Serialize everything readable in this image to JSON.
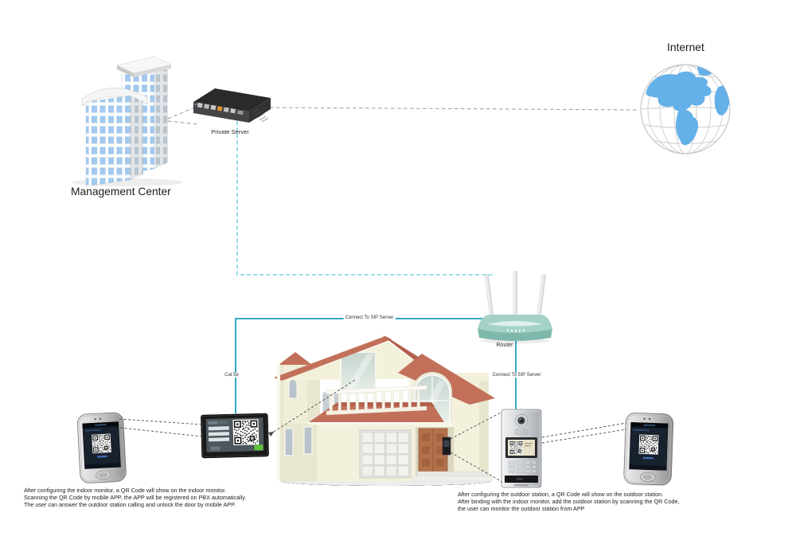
{
  "labels": {
    "internet": "Internet",
    "management_center": "Management Center",
    "private_server": "Private Server",
    "router": "Router",
    "connect_to_sip_server": "Connect To SIP Server",
    "cat5e": "Cat 5e"
  },
  "notes": {
    "indoor": [
      "After configuring the indoor monitor, a QR Code will show on the indoor monitor.",
      "Scanning the QR Code by mobile APP, the APP will be registered on PBX automatically.",
      "The user can answer the outdoor station calling and unlock the door by mobile APP."
    ],
    "outdoor": [
      "After configuring the outdoor station, a QR Code will show on the outdoor station.",
      "After binding with the indoor monitor, add the outdoor station by scanning the QR Code,",
      "the user can monitor the outdoor station from APP"
    ]
  },
  "colors": {
    "sip_line_teal": "#35abc7",
    "lan_dash_cyan": "#7fd0e4",
    "wan_dash_gray": "#9a9a9a",
    "connector_dash_dark": "#4a4a4a",
    "roof_terracotta": "#c2705a",
    "roof_terracotta_dark": "#b25f4c",
    "house_wall_cream": "#f3f1dc",
    "house_wall_shade": "#e9e6d0",
    "router_teal": "#a4d2c6",
    "router_teal_dark": "#7fb8ab",
    "globe_land_blue": "#64b0e8",
    "building_window_blue": "#a3c9ee",
    "qr_green_button": "#5fc13a"
  }
}
